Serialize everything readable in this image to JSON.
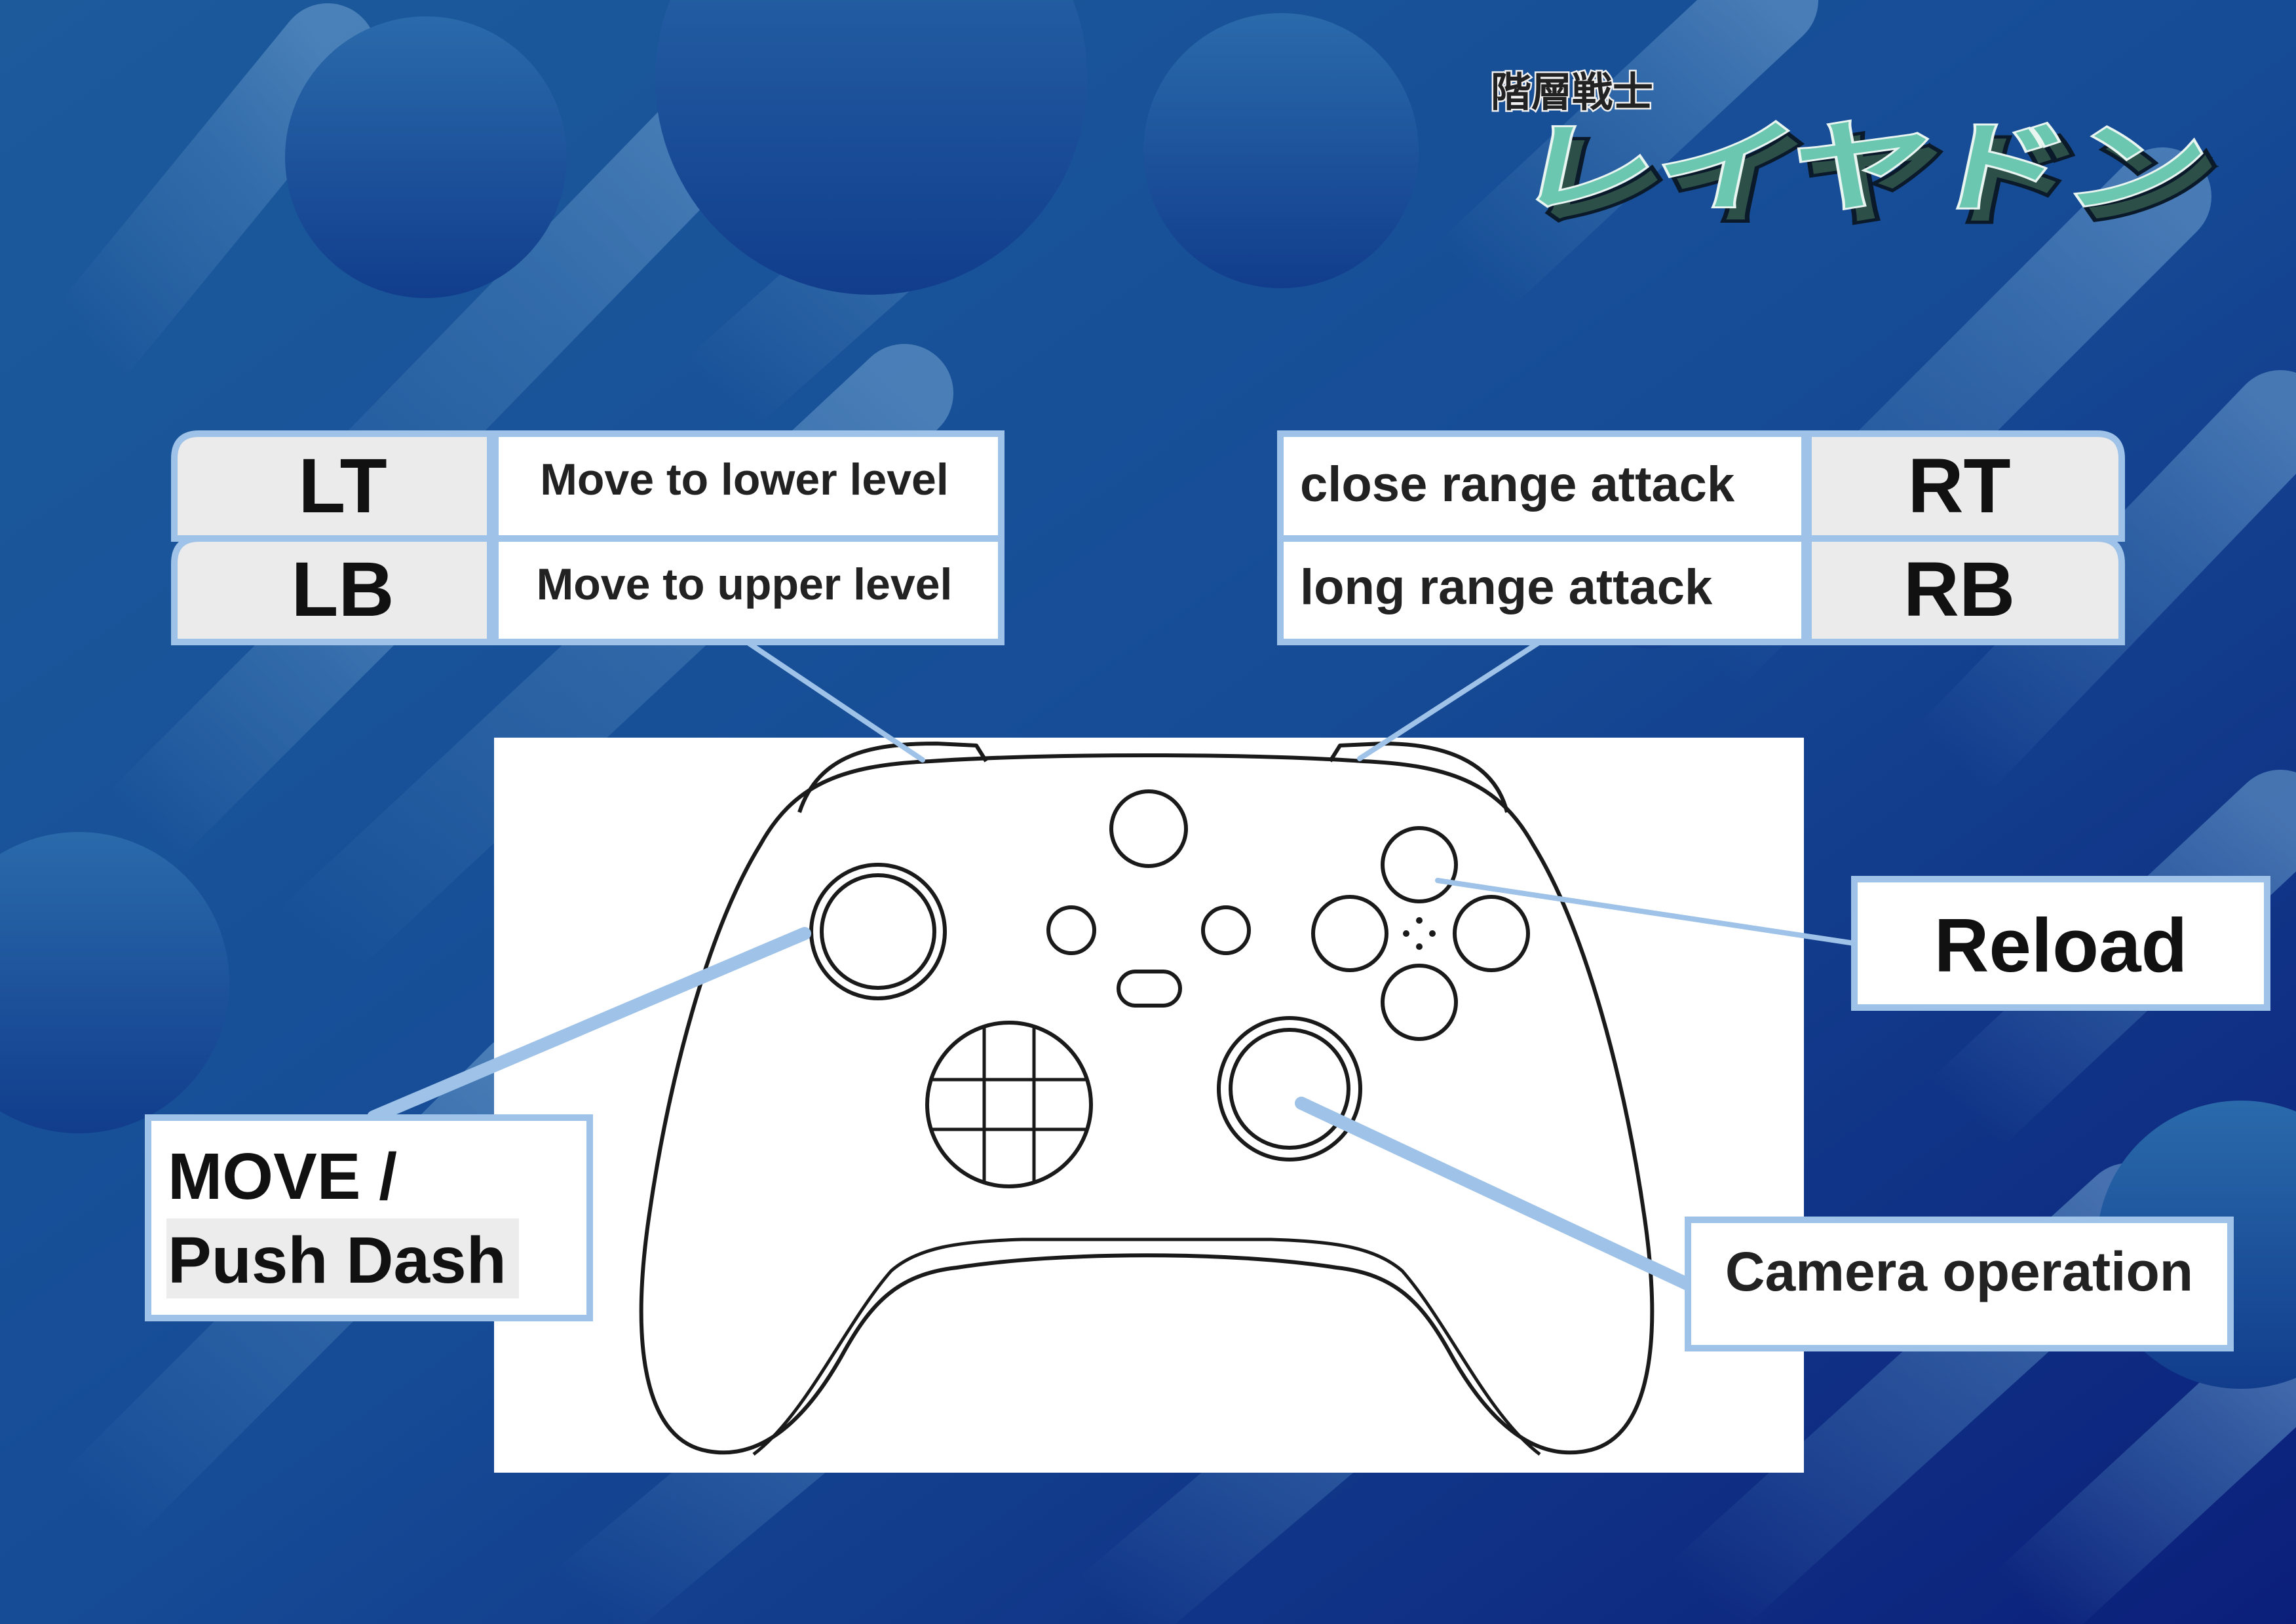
{
  "logo": {
    "kanji": "階層戦士",
    "kana": "レイヤドン"
  },
  "colors": {
    "background_dark": "#0b1f7a",
    "background_light": "#1e5b9a",
    "accent_blue": "#9ec2e8",
    "label_bg": "#ebebeb",
    "logo_teal": "#6cc7b0"
  },
  "left_shoulder": [
    {
      "key": "LT",
      "action": "Move to lower level"
    },
    {
      "key": "LB",
      "action": "Move to upper level"
    }
  ],
  "right_shoulder": [
    {
      "key": "RT",
      "action": "close range attack"
    },
    {
      "key": "RB",
      "action": "long range attack"
    }
  ],
  "callouts": {
    "reload": "Reload",
    "move_line1": "MOVE /",
    "move_line2": "Push Dash",
    "camera": "Camera operation"
  }
}
